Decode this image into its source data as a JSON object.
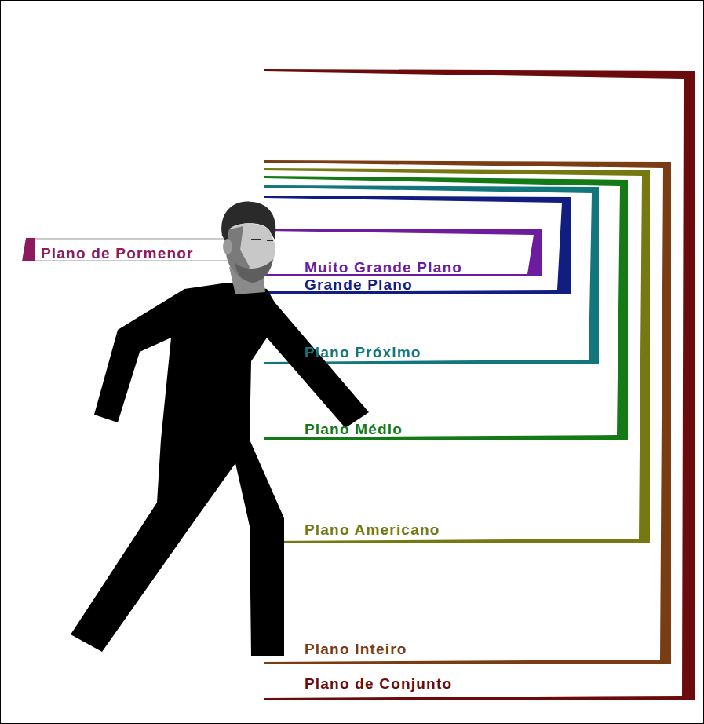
{
  "diagram": {
    "labels": [
      "Plano de Pormenor",
      "Muito Grande Plano",
      "Grande Plano",
      "Plano Próximo",
      "Plano Médio",
      "Plano Americano",
      "Plano Inteiro",
      "Plano de Conjunto"
    ]
  }
}
